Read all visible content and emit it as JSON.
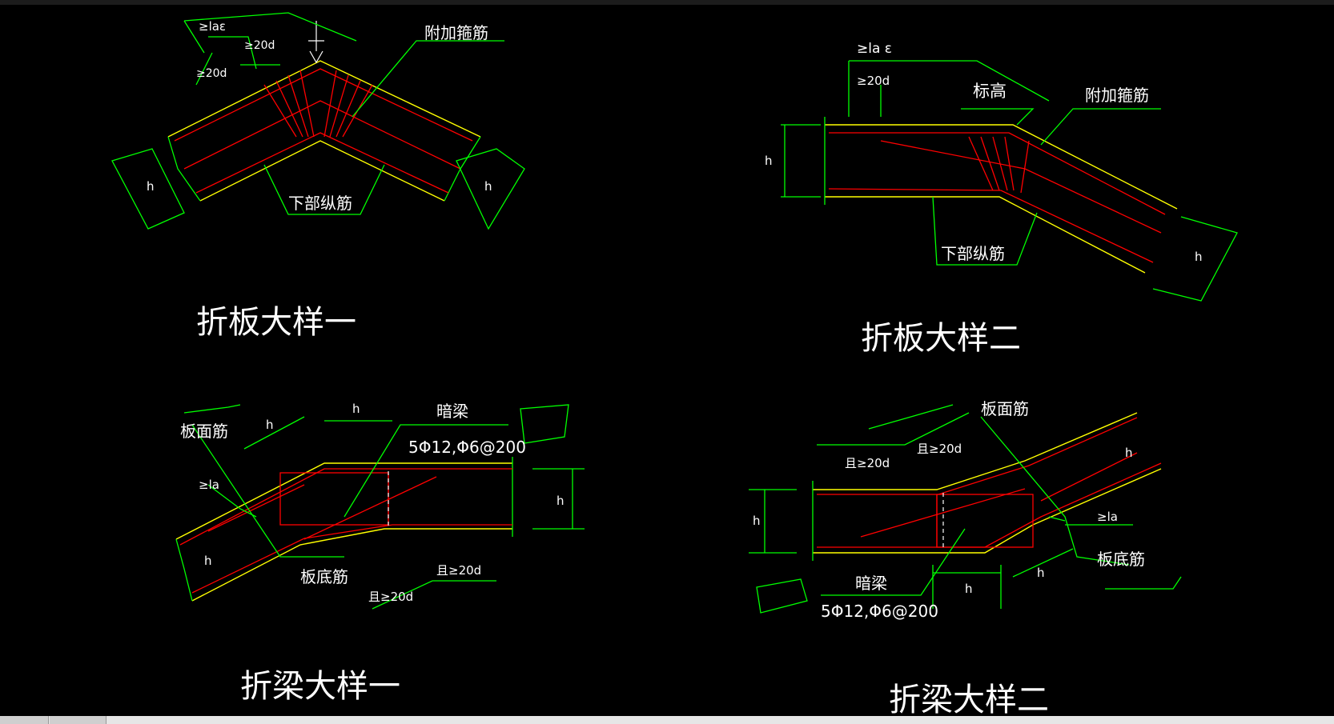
{
  "window": {
    "title": ""
  },
  "colors": {
    "background": "#000000",
    "dim": "#00ff00",
    "outline": "#ffff00",
    "rebar": "#ff0000",
    "text": "#ffffff"
  },
  "details": {
    "slab1": {
      "title": "折板大样一",
      "add_stirrup": "附加箍筋",
      "bottom_bar": "下部纵筋",
      "lae": "≥laε",
      "d20a": "≥20d",
      "d20b": "≥20d",
      "h": "h"
    },
    "slab2": {
      "title": "折板大样二",
      "lae": "≥la ε",
      "d20": "≥20d",
      "elev": "标高",
      "add_stirrup": "附加箍筋",
      "bottom_bar": "下部纵筋",
      "h": "h"
    },
    "beam1": {
      "title": "折梁大样一",
      "top_bar": "板面筋",
      "bottom_bar": "板底筋",
      "hidden_beam": "暗梁",
      "rebar_spec": "5Φ12,Φ6@200",
      "la": "≥la",
      "and20a": "且≥20d",
      "and20b": "且≥20d",
      "h": "h"
    },
    "beam2": {
      "title": "折梁大样二",
      "top_bar": "板面筋",
      "bottom_bar": "板底筋",
      "hidden_beam": "暗梁",
      "rebar_spec": "5Φ12,Φ6@200",
      "la": "≥la",
      "and20a": "且≥20d",
      "and20b": "且≥20d",
      "h": "h"
    }
  }
}
